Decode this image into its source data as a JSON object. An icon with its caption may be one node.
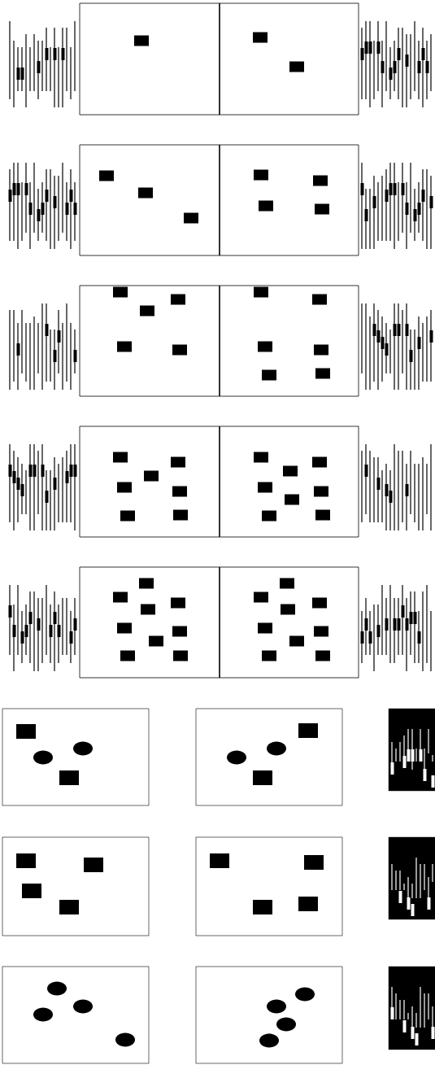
{
  "diagram": {
    "nodes": [
      {
        "text": [],
        "shape": "box"
      },
      {
        "text": [],
        "shape": "box",
        "in": 0
      },
      {
        "text": [],
        "shape": "box",
        "in": 0
      },
      {
        "text": [],
        "shape": "box",
        "in": 0
      },
      {
        "text": [],
        "shape": "box"
      },
      {
        "text": [],
        "shape": "box",
        "in": 4
      },
      {
        "text": [],
        "shape": "box",
        "in": 4
      },
      {
        "text": [],
        "shape": "box",
        "in": 4
      },
      {
        "text": [],
        "shape": "box",
        "in": 4
      },
      {
        "text": [],
        "shape": "box",
        "in": 4
      },
      {
        "text": [],
        "shape": "box",
        "in": 4
      },
      {
        "text": [],
        "shape": "box",
        "in": 4
      },
      {
        "text": [],
        "shape": "box"
      },
      {
        "text": [],
        "shape": "box",
        "in": 12
      },
      {
        "text": [],
        "shape": "box",
        "in": 12
      },
      {
        "text": [],
        "shape": "box",
        "in": 12
      },
      {
        "text": [],
        "shape": "box",
        "in": 12
      },
      {
        "text": [],
        "shape": "box",
        "in": 12
      },
      {
        "text": [],
        "shape": "box",
        "in": 12
      },
      {
        "text": [],
        "shape": "box",
        "in": 12
      },
      {
        "text": [],
        "shape": "box",
        "in": 12
      },
      {
        "text": [],
        "shape": "box",
        "in": 12
      },
      {
        "text": [],
        "shape": "box",
        "in": 12
      },
      {
        "text": [],
        "shape": "box",
        "in": 12
      },
      {
        "text": [],
        "shape": "box"
      },
      {
        "text": [],
        "shape": "box",
        "in": 24
      },
      {
        "text": [],
        "shape": "box",
        "in": 24
      },
      {
        "text": [],
        "shape": "box",
        "in": 24
      },
      {
        "text": [],
        "shape": "box",
        "in": 24
      },
      {
        "text": [],
        "shape": "box",
        "in": 24
      },
      {
        "text": [],
        "shape": "box",
        "in": 24
      },
      {
        "text": [],
        "shape": "box",
        "in": 24
      },
      {
        "text": [],
        "shape": "box",
        "in": 24
      },
      {
        "text": [],
        "shape": "box",
        "in": 24
      },
      {
        "text": [],
        "shape": "box",
        "in": 24
      },
      {
        "text": [],
        "shape": "box",
        "in": 24
      },
      {
        "text": [],
        "shape": "box",
        "in": 24
      },
      {
        "text": [],
        "shape": "box",
        "in": 24
      },
      {
        "text": [],
        "shape": "box",
        "in": 24
      },
      {
        "text": [],
        "shape": "box",
        "in": 24
      },
      {
        "text": [],
        "shape": "box"
      },
      {
        "text": [],
        "shape": "box",
        "in": 40
      },
      {
        "text": [],
        "shape": "box",
        "in": 40
      },
      {
        "text": [],
        "shape": "box",
        "in": 40
      },
      {
        "text": [],
        "shape": "box",
        "in": 40
      },
      {
        "text": [],
        "shape": "box",
        "in": 40
      },
      {
        "text": [],
        "shape": "box",
        "in": 40
      },
      {
        "text": [],
        "shape": "box",
        "in": 40
      },
      {
        "text": [],
        "shape": "box",
        "in": 40
      },
      {
        "text": [],
        "shape": "box",
        "in": 40
      },
      {
        "text": [],
        "shape": "box",
        "in": 40
      },
      {
        "text": [],
        "shape": "box",
        "in": 40
      },
      {
        "text": [],
        "shape": "box",
        "in": 40
      },
      {
        "text": [],
        "shape": "box",
        "in": 40
      },
      {
        "text": [],
        "shape": "box",
        "in": 40
      },
      {
        "text": [],
        "shape": "box",
        "in": 40
      },
      {
        "text": [],
        "shape": "box",
        "in": 40
      },
      {
        "text": [],
        "shape": "box",
        "in": 40
      },
      {
        "text": [],
        "shape": "box",
        "in": 40
      },
      {
        "text": [],
        "shape": "box"
      },
      {
        "text": [],
        "shape": "box",
        "in": 59
      },
      {
        "text": [],
        "shape": "circle",
        "in": 59
      },
      {
        "text": [],
        "shape": "circle",
        "in": 59
      },
      {
        "text": [],
        "shape": "box",
        "in": 59
      },
      {
        "text": [],
        "shape": "box"
      },
      {
        "text": [],
        "shape": "circle",
        "in": 64
      },
      {
        "text": [],
        "shape": "circle",
        "in": 64
      },
      {
        "text": [],
        "shape": "box",
        "in": 64
      },
      {
        "text": [],
        "shape": "box",
        "in": 64
      },
      {
        "text": [],
        "shape": "box"
      },
      {
        "text": [],
        "shape": "box"
      },
      {
        "text": [],
        "shape": "box",
        "in": 70
      },
      {
        "text": [],
        "shape": "box",
        "in": 70
      },
      {
        "text": [],
        "shape": "box",
        "in": 70
      },
      {
        "text": [],
        "shape": "box",
        "in": 70
      },
      {
        "text": [],
        "shape": "box"
      },
      {
        "text": [],
        "shape": "box",
        "in": 75
      },
      {
        "text": [],
        "shape": "box",
        "in": 75
      },
      {
        "text": [],
        "shape": "box",
        "in": 75
      },
      {
        "text": [],
        "shape": "box",
        "in": 75
      },
      {
        "text": [],
        "shape": "box"
      },
      {
        "text": [],
        "shape": "box"
      },
      {
        "text": [],
        "shape": "circle",
        "in": 81
      },
      {
        "text": [],
        "shape": "circle",
        "in": 81
      },
      {
        "text": [],
        "shape": "circle",
        "in": 81
      },
      {
        "text": [],
        "shape": "circle",
        "in": 81
      },
      {
        "text": [],
        "shape": "box"
      },
      {
        "text": [],
        "shape": "circle",
        "in": 86
      },
      {
        "text": [],
        "shape": "circle",
        "in": 86
      },
      {
        "text": [],
        "shape": "circle",
        "in": 86
      },
      {
        "text": [],
        "shape": "circle",
        "in": 86
      },
      {
        "text": [],
        "shape": "box"
      }
    ]
  }
}
